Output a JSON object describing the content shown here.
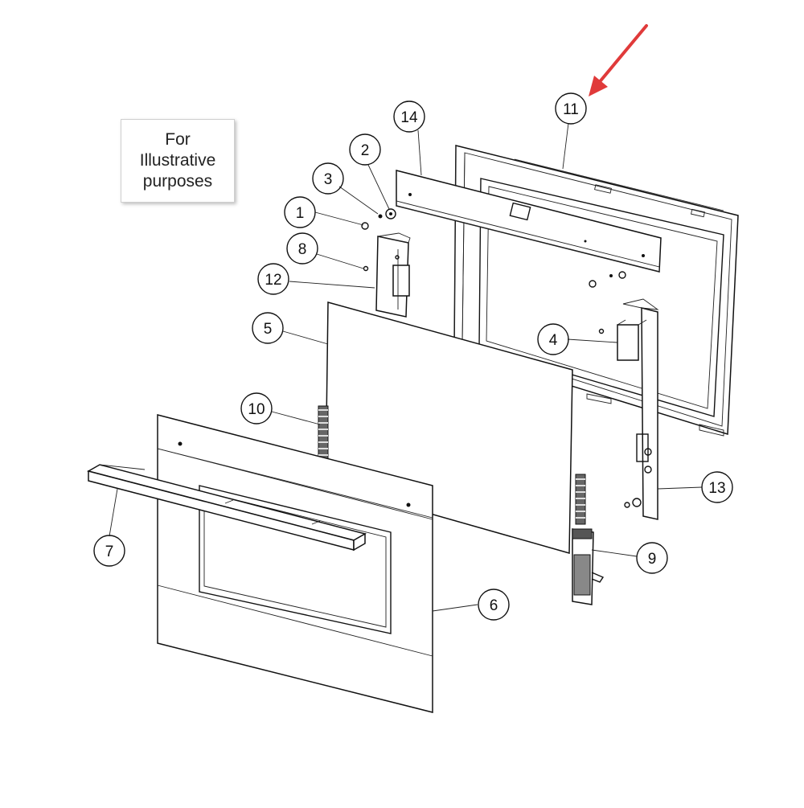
{
  "note": {
    "line1": "For",
    "line2": "Illustrative",
    "line3": "purposes"
  },
  "callouts": {
    "c1": "1",
    "c2": "2",
    "c3": "3",
    "c4": "4",
    "c5": "5",
    "c6": "6",
    "c7": "7",
    "c8": "8",
    "c9": "9",
    "c10": "10",
    "c11": "11",
    "c12": "12",
    "c13": "13",
    "c14": "14"
  },
  "colors": {
    "highlight_arrow": "#e03a3a",
    "line": "#111111"
  }
}
